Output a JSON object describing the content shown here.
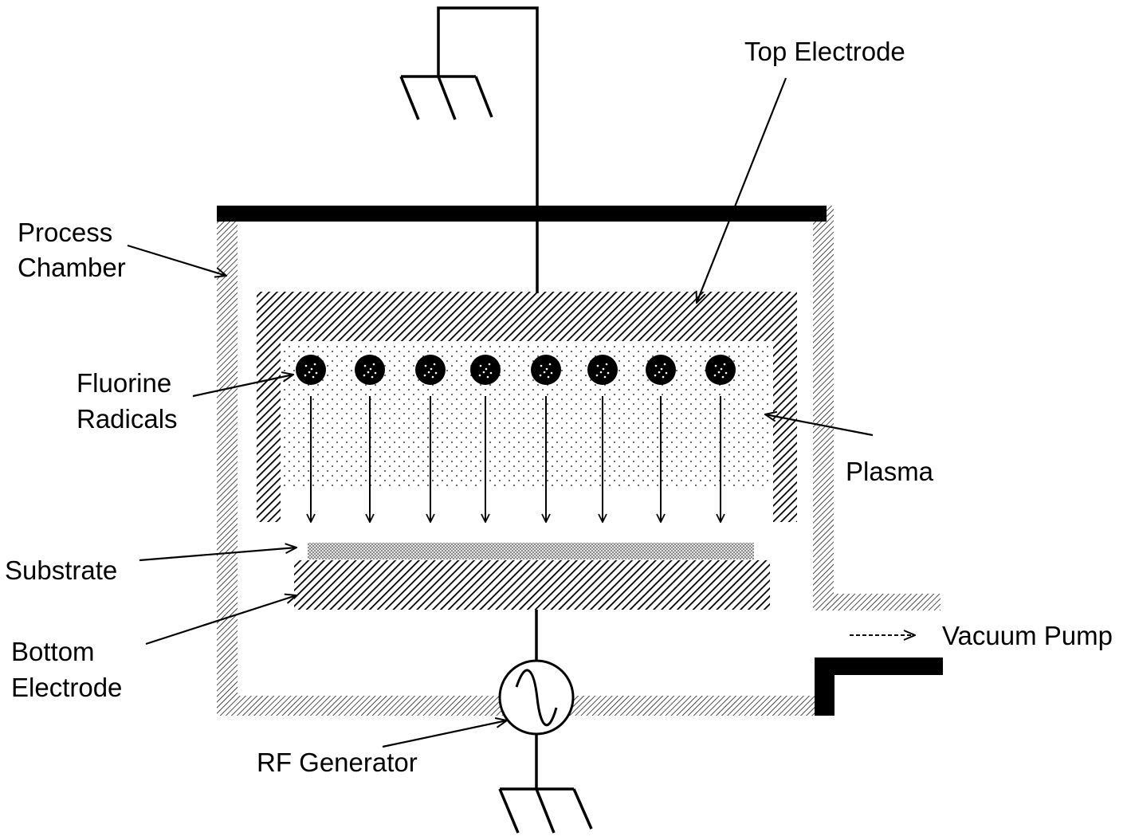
{
  "labels": {
    "top_electrode": "Top Electrode",
    "process_chamber_line1": "Process",
    "process_chamber_line2": "Chamber",
    "fluorine_radicals_line1": "Fluorine",
    "fluorine_radicals_line2": "Radicals",
    "plasma": "Plasma",
    "substrate": "Substrate",
    "bottom_electrode_line1": "Bottom",
    "bottom_electrode_line2": "Electrode",
    "vacuum_pump": "Vacuum Pump",
    "rf_generator": "RF Generator"
  },
  "radicals": {
    "count": 8
  },
  "colors": {
    "line": "#000000",
    "background": "#ffffff",
    "substrate_fill": "#bdbdbd"
  }
}
